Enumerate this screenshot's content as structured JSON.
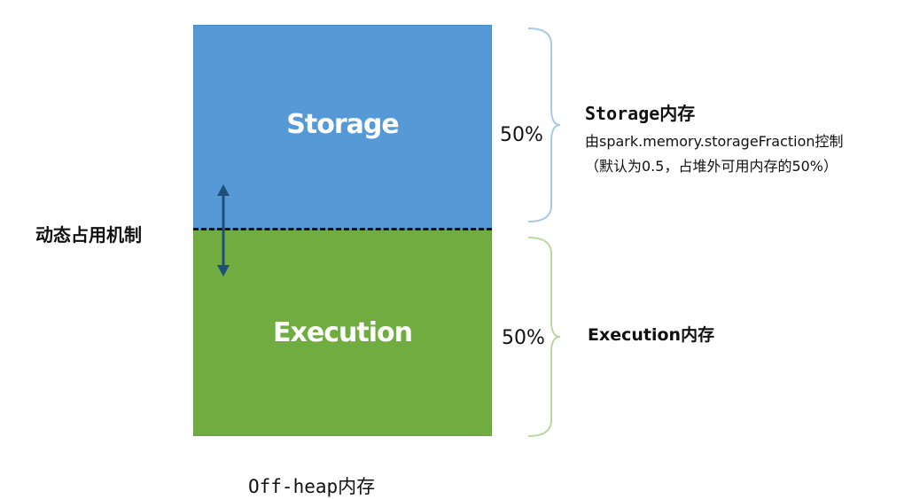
{
  "diagram": {
    "storage_label": "Storage",
    "execution_label": "Execution",
    "dynamic_label": "动态占用机制",
    "storage_pct": "50%",
    "execution_pct": "50%",
    "storage_title": "Storage内存",
    "storage_desc_line1": "由spark.memory.storageFraction控制",
    "storage_desc_line2": "（默认为0.5，占堆外可用内存的50%）",
    "execution_title": "Execution内存",
    "caption": "Off-heap内存"
  },
  "colors": {
    "storage": "#5599d6",
    "execution": "#70ac40",
    "arrow": "#1f4e79",
    "storage_brace": "#a9c9e8",
    "execution_brace": "#b9d9a0"
  },
  "icons": {
    "arrow": "double-arrow-icon",
    "storage_brace": "curly-brace-icon",
    "execution_brace": "curly-brace-icon"
  }
}
